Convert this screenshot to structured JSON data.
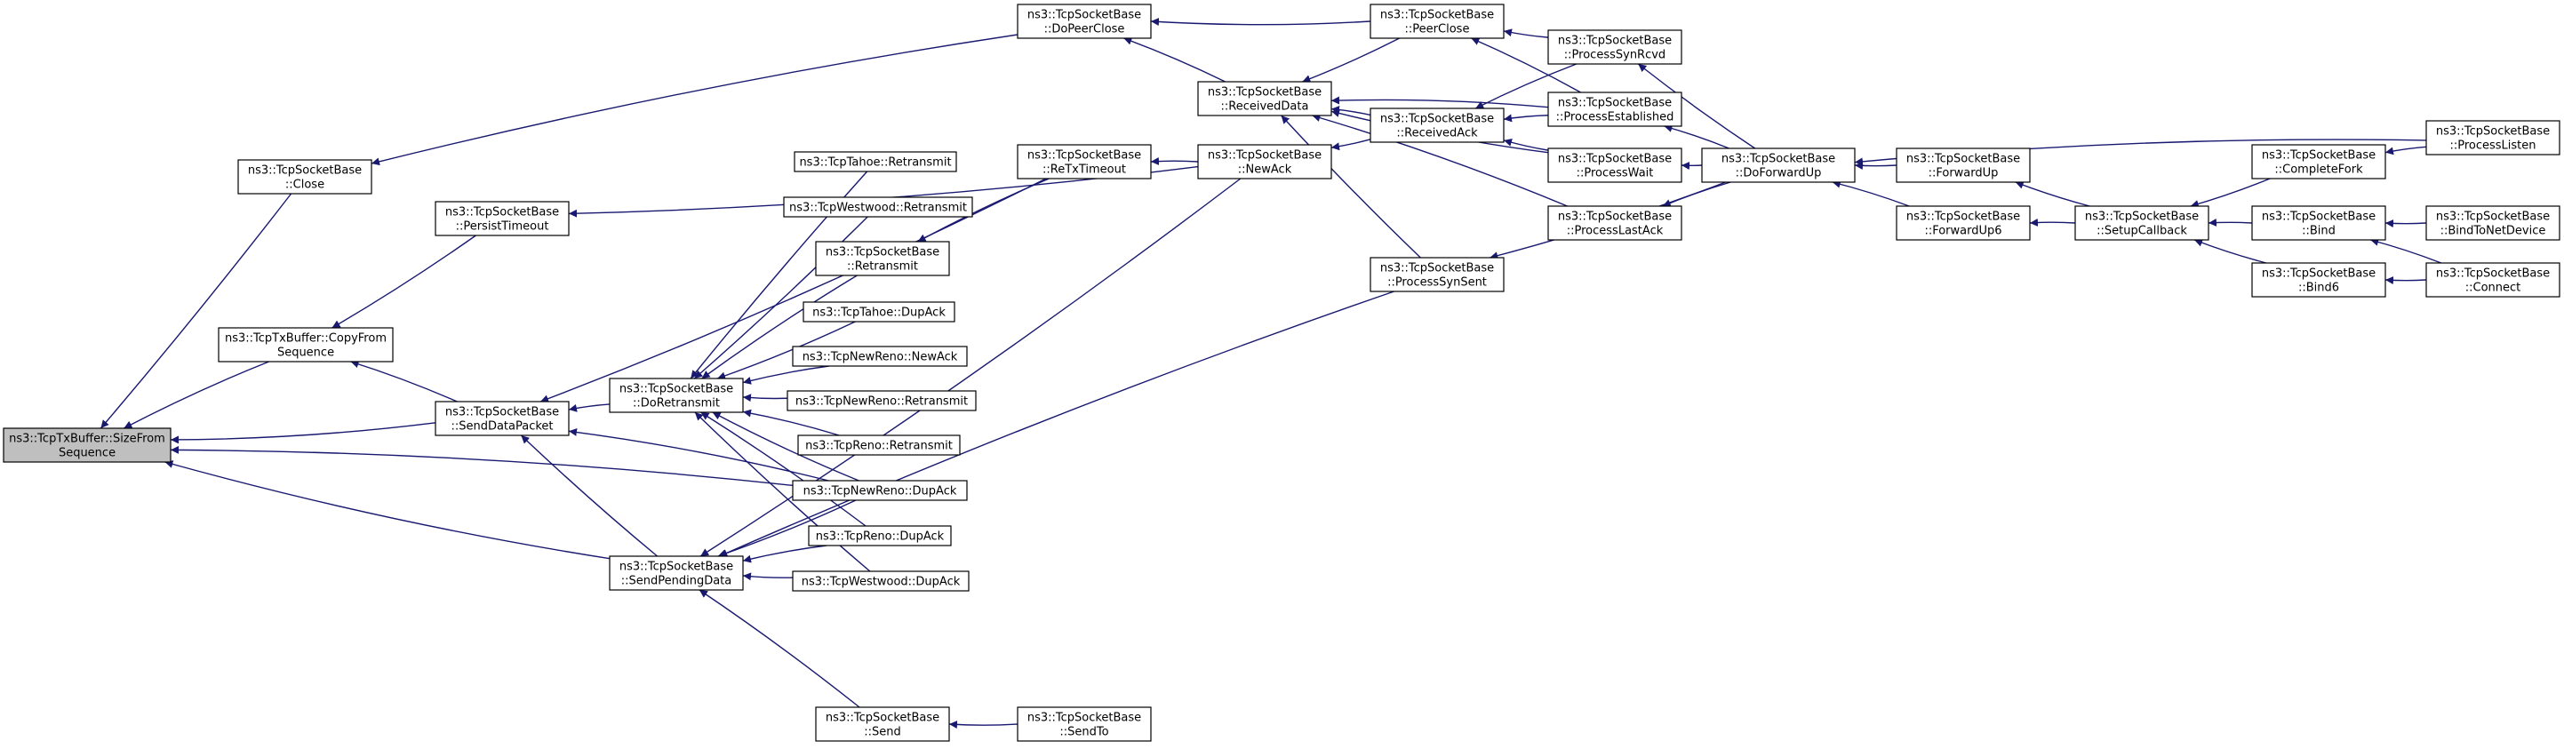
{
  "diagram": {
    "colors": {
      "edge": "#191970",
      "root_fill": "#bfbfbf",
      "node_fill": "#ffffff",
      "border": "#000000"
    },
    "nodes": [
      {
        "id": "root",
        "lines": [
          "ns3::TcpTxBuffer::SizeFrom",
          "Sequence"
        ],
        "root": true
      },
      {
        "id": "close",
        "lines": [
          "ns3::TcpSocketBase",
          "::Close"
        ]
      },
      {
        "id": "copyfrom",
        "lines": [
          "ns3::TcpTxBuffer::CopyFrom",
          "Sequence"
        ]
      },
      {
        "id": "persist",
        "lines": [
          "ns3::TcpSocketBase",
          "::PersistTimeout"
        ]
      },
      {
        "id": "senddata",
        "lines": [
          "ns3::TcpSocketBase",
          "::SendDataPacket"
        ]
      },
      {
        "id": "doretransmit",
        "lines": [
          "ns3::TcpSocketBase",
          "::DoRetransmit"
        ]
      },
      {
        "id": "sendpending",
        "lines": [
          "ns3::TcpSocketBase",
          "::SendPendingData"
        ]
      },
      {
        "id": "tahoe_retx",
        "lines": [
          "ns3::TcpTahoe::Retransmit"
        ]
      },
      {
        "id": "westwood_retx",
        "lines": [
          "ns3::TcpWestwood::Retransmit"
        ]
      },
      {
        "id": "base_retx",
        "lines": [
          "ns3::TcpSocketBase",
          "::Retransmit"
        ]
      },
      {
        "id": "tahoe_dupack",
        "lines": [
          "ns3::TcpTahoe::DupAck"
        ]
      },
      {
        "id": "newreno_newack",
        "lines": [
          "ns3::TcpNewReno::NewAck"
        ]
      },
      {
        "id": "newreno_retx",
        "lines": [
          "ns3::TcpNewReno::Retransmit"
        ]
      },
      {
        "id": "reno_retx",
        "lines": [
          "ns3::TcpReno::Retransmit"
        ]
      },
      {
        "id": "newreno_dupack",
        "lines": [
          "ns3::TcpNewReno::DupAck"
        ]
      },
      {
        "id": "reno_dupack",
        "lines": [
          "ns3::TcpReno::DupAck"
        ]
      },
      {
        "id": "westwood_dupack",
        "lines": [
          "ns3::TcpWestwood::DupAck"
        ]
      },
      {
        "id": "send",
        "lines": [
          "ns3::TcpSocketBase",
          "::Send"
        ]
      },
      {
        "id": "sendto",
        "lines": [
          "ns3::TcpSocketBase",
          "::SendTo"
        ]
      },
      {
        "id": "dopeerclose",
        "lines": [
          "ns3::TcpSocketBase",
          "::DoPeerClose"
        ]
      },
      {
        "id": "rtxtimeout",
        "lines": [
          "ns3::TcpSocketBase",
          "::ReTxTimeout"
        ]
      },
      {
        "id": "receiveddata",
        "lines": [
          "ns3::TcpSocketBase",
          "::ReceivedData"
        ]
      },
      {
        "id": "newack",
        "lines": [
          "ns3::TcpSocketBase",
          "::NewAck"
        ]
      },
      {
        "id": "peerclose",
        "lines": [
          "ns3::TcpSocketBase",
          "::PeerClose"
        ]
      },
      {
        "id": "receivedack",
        "lines": [
          "ns3::TcpSocketBase",
          "::ReceivedAck"
        ]
      },
      {
        "id": "processsynsent",
        "lines": [
          "ns3::TcpSocketBase",
          "::ProcessSynSent"
        ]
      },
      {
        "id": "processsynrcvd",
        "lines": [
          "ns3::TcpSocketBase",
          "::ProcessSynRcvd"
        ]
      },
      {
        "id": "processestablished",
        "lines": [
          "ns3::TcpSocketBase",
          "::ProcessEstablished"
        ]
      },
      {
        "id": "processwait",
        "lines": [
          "ns3::TcpSocketBase",
          "::ProcessWait"
        ]
      },
      {
        "id": "processlastack",
        "lines": [
          "ns3::TcpSocketBase",
          "::ProcessLastAck"
        ]
      },
      {
        "id": "doforwardup",
        "lines": [
          "ns3::TcpSocketBase",
          "::DoForwardUp"
        ]
      },
      {
        "id": "forwardup",
        "lines": [
          "ns3::TcpSocketBase",
          "::ForwardUp"
        ]
      },
      {
        "id": "forwardup6",
        "lines": [
          "ns3::TcpSocketBase",
          "::ForwardUp6"
        ]
      },
      {
        "id": "setupcallback",
        "lines": [
          "ns3::TcpSocketBase",
          "::SetupCallback"
        ]
      },
      {
        "id": "completefork",
        "lines": [
          "ns3::TcpSocketBase",
          "::CompleteFork"
        ]
      },
      {
        "id": "bind",
        "lines": [
          "ns3::TcpSocketBase",
          "::Bind"
        ]
      },
      {
        "id": "bind6",
        "lines": [
          "ns3::TcpSocketBase",
          "::Bind6"
        ]
      },
      {
        "id": "processlisten",
        "lines": [
          "ns3::TcpSocketBase",
          "::ProcessListen"
        ]
      },
      {
        "id": "bindtonetdevice",
        "lines": [
          "ns3::TcpSocketBase",
          "::BindToNetDevice"
        ]
      },
      {
        "id": "connect",
        "lines": [
          "ns3::TcpSocketBase",
          "::Connect"
        ]
      }
    ],
    "edges": [
      {
        "from": "close",
        "to": "root"
      },
      {
        "from": "copyfrom",
        "to": "root"
      },
      {
        "from": "senddata",
        "to": "root"
      },
      {
        "from": "newreno_dupack",
        "to": "root"
      },
      {
        "from": "sendpending",
        "to": "root"
      },
      {
        "from": "dopeerclose",
        "to": "close"
      },
      {
        "from": "persist",
        "to": "copyfrom"
      },
      {
        "from": "senddata",
        "to": "copyfrom"
      },
      {
        "from": "newack",
        "to": "persist"
      },
      {
        "from": "doretransmit",
        "to": "senddata"
      },
      {
        "from": "rtxtimeout",
        "to": "senddata"
      },
      {
        "from": "newreno_dupack",
        "to": "senddata"
      },
      {
        "from": "sendpending",
        "to": "senddata"
      },
      {
        "from": "tahoe_retx",
        "to": "doretransmit"
      },
      {
        "from": "westwood_retx",
        "to": "doretransmit"
      },
      {
        "from": "base_retx",
        "to": "doretransmit"
      },
      {
        "from": "tahoe_dupack",
        "to": "doretransmit"
      },
      {
        "from": "newreno_newack",
        "to": "doretransmit"
      },
      {
        "from": "newreno_retx",
        "to": "doretransmit"
      },
      {
        "from": "reno_retx",
        "to": "doretransmit"
      },
      {
        "from": "newreno_dupack",
        "to": "doretransmit"
      },
      {
        "from": "reno_dupack",
        "to": "doretransmit"
      },
      {
        "from": "westwood_dupack",
        "to": "doretransmit"
      },
      {
        "from": "rtxtimeout",
        "to": "base_retx"
      },
      {
        "from": "newreno_dupack",
        "to": "sendpending"
      },
      {
        "from": "reno_dupack",
        "to": "sendpending"
      },
      {
        "from": "westwood_dupack",
        "to": "sendpending"
      },
      {
        "from": "send",
        "to": "sendpending"
      },
      {
        "from": "newack",
        "to": "sendpending"
      },
      {
        "from": "processsynsent",
        "to": "sendpending"
      },
      {
        "from": "sendto",
        "to": "send"
      },
      {
        "from": "newack",
        "to": "rtxtimeout"
      },
      {
        "from": "peerclose",
        "to": "dopeerclose"
      },
      {
        "from": "receiveddata",
        "to": "dopeerclose"
      },
      {
        "from": "receivedack",
        "to": "newack"
      },
      {
        "from": "receivedack",
        "to": "receiveddata"
      },
      {
        "from": "peerclose",
        "to": "receiveddata"
      },
      {
        "from": "processestablished",
        "to": "receiveddata"
      },
      {
        "from": "processwait",
        "to": "receiveddata"
      },
      {
        "from": "processlastack",
        "to": "receiveddata"
      },
      {
        "from": "processsynsent",
        "to": "receiveddata"
      },
      {
        "from": "processestablished",
        "to": "receivedack"
      },
      {
        "from": "processwait",
        "to": "receivedack"
      },
      {
        "from": "processsynrcvd",
        "to": "receivedack"
      },
      {
        "from": "processsynrcvd",
        "to": "peerclose"
      },
      {
        "from": "processestablished",
        "to": "peerclose"
      },
      {
        "from": "doforwardup",
        "to": "processsynrcvd"
      },
      {
        "from": "doforwardup",
        "to": "processestablished"
      },
      {
        "from": "doforwardup",
        "to": "processwait"
      },
      {
        "from": "doforwardup",
        "to": "processlastack"
      },
      {
        "from": "doforwardup",
        "to": "processsynsent"
      },
      {
        "from": "processlisten",
        "to": "doforwardup"
      },
      {
        "from": "forwardup",
        "to": "doforwardup"
      },
      {
        "from": "forwardup6",
        "to": "doforwardup"
      },
      {
        "from": "setupcallback",
        "to": "forwardup"
      },
      {
        "from": "setupcallback",
        "to": "forwardup6"
      },
      {
        "from": "completefork",
        "to": "setupcallback"
      },
      {
        "from": "bind",
        "to": "setupcallback"
      },
      {
        "from": "bind6",
        "to": "setupcallback"
      },
      {
        "from": "processlisten",
        "to": "completefork"
      },
      {
        "from": "bindtonetdevice",
        "to": "bind"
      },
      {
        "from": "connect",
        "to": "bind"
      },
      {
        "from": "connect",
        "to": "bind6"
      }
    ]
  }
}
